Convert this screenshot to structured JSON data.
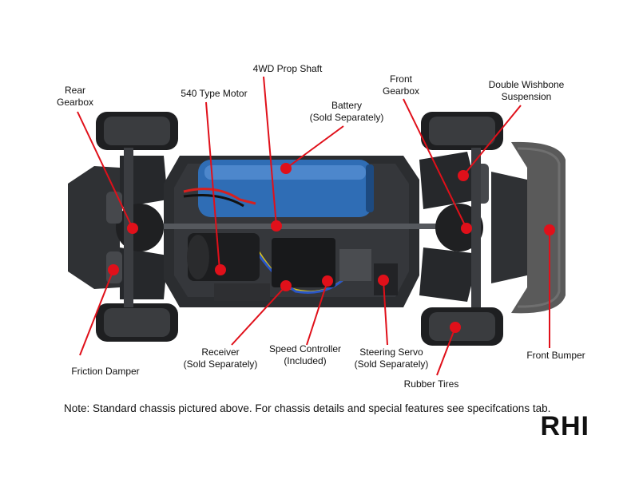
{
  "labels": {
    "rear_gearbox": [
      "Rear",
      "Gearbox"
    ],
    "motor": [
      "540 Type Motor"
    ],
    "prop_shaft": [
      "4WD Prop Shaft"
    ],
    "battery": [
      "Battery",
      "(Sold Separately)"
    ],
    "front_gearbox": [
      "Front",
      "Gearbox"
    ],
    "wishbone": [
      "Double Wishbone",
      "Suspension"
    ],
    "front_bumper": [
      "Front Bumper"
    ],
    "friction_damper": [
      "Friction Damper"
    ],
    "receiver": [
      "Receiver",
      "(Sold Separately)"
    ],
    "speed_controller": [
      "Speed Controller",
      "(Included)"
    ],
    "steering_servo": [
      "Steering Servo",
      "(Sold Separately)"
    ],
    "rubber_tires": [
      "Rubber Tires"
    ]
  },
  "note": "Note: Standard chassis pictured above. For chassis details and special features see specifcations tab.",
  "watermark": "RHI",
  "colors": {
    "callout": "#e0101a",
    "chassis": "#2b2d30",
    "battery": "#2f6db5",
    "bumper": "#5a5a5a"
  }
}
